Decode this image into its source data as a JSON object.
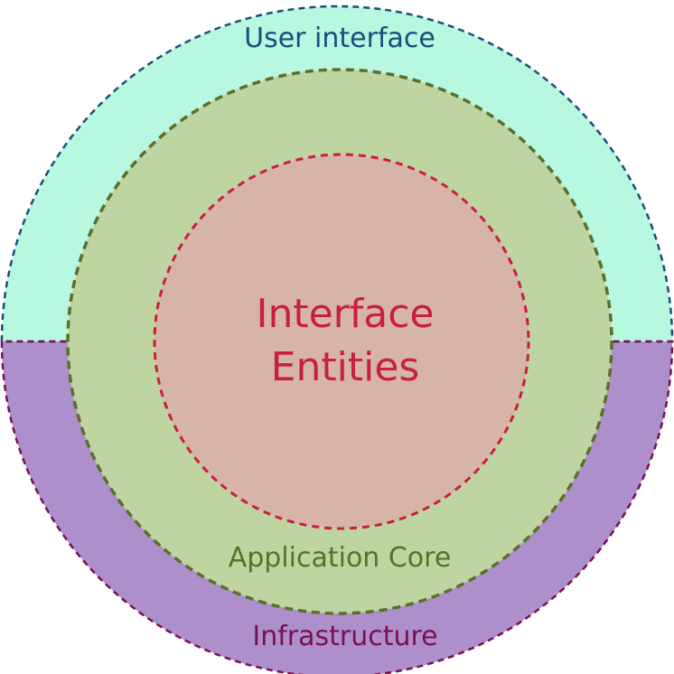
{
  "layers": {
    "ui": {
      "label": "User interface",
      "fill": "#b8f7e0",
      "stroke": "#1a4e7a",
      "text_color": "#1a4e7a"
    },
    "infrastructure": {
      "label": "Infrastructure",
      "fill": "#ad8fcb",
      "stroke": "#7a1050",
      "text_color": "#7a1050"
    },
    "core": {
      "label": "Application Core",
      "fill": "#bfd5a1",
      "stroke": "#5d6e2a",
      "text_color": "#5d6e2a"
    },
    "entities": {
      "line1": "Interface",
      "line2": "Entities",
      "fill": "#d6b4a8",
      "stroke": "#c8203c",
      "text_color": "#c8203c"
    }
  }
}
